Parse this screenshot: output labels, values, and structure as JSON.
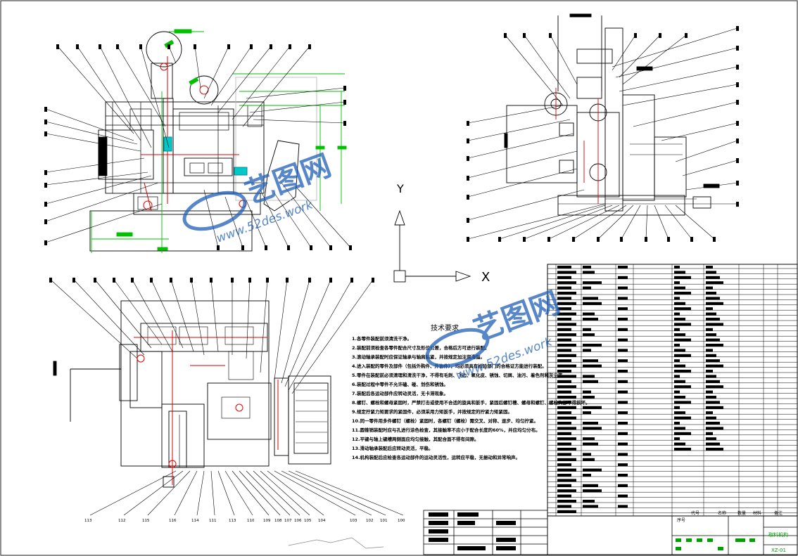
{
  "technical_requirements": {
    "title": "技术要求",
    "items": [
      "1.各零件装配前须清洗干净。",
      "2.装配前须检查各零件配合尺寸及形位公差，合格后方可进行装配。",
      "3.滚动轴承装配时应保证轴承与轴肩贴紧，并按规定加注润滑脂。",
      "4.进入装配的零件及部件（包括外购件、外协件），均必须具有检验部门的合格证方能进行装配。",
      "5.零件在装配前必须清理和清洗干净，不得有毛刺、飞边、氧化皮、锈蚀、切屑、油污、着色剂和灰尘等。",
      "6.装配过程中零件不允许磕、碰、划伤和锈蚀。",
      "7.装配后各运动部件应转动灵活，无卡滞现象。",
      "8.螺钉、螺栓和螺母紧固时，严禁打击或使用不合适的旋具和扳手，紧固后螺钉槽、螺母和螺钉、螺栓头部不得损坏。",
      "9.规定拧紧力矩要求的紧固件，必须采用力矩扳手，并按规定的拧紧力矩紧固。",
      "10.同一零件用多件螺钉（螺栓）紧固时，各螺钉（螺栓）需交叉、对称、逐步、均匀拧紧。",
      "11.圆锥销装配时应与孔进行涂色检查，其接触率不应小于配合长度的60%，并应均匀分布。",
      "12.平键与轴上键槽两侧面应均匀接触，其配合面不得有间隙。",
      "13.滑动轴承装配后应转动灵活，平稳。",
      "14.机构装配后应检查各运动部件的运动灵活性，运转应平稳，无振动和异常响声。"
    ]
  },
  "watermarks": [
    {
      "brand": "艺图网",
      "site": "www.52des.work"
    },
    {
      "brand": "艺图网",
      "site": "www.52des.work"
    }
  ],
  "axis_labels": {
    "x": "X",
    "y": "Y"
  },
  "bottom_labels": [
    "113",
    "112",
    "115",
    "116",
    "114",
    "111",
    "113",
    "110",
    "109",
    "108",
    "107",
    "106",
    "105",
    "104",
    "103",
    "102",
    "101",
    "100"
  ],
  "title_block": {
    "headers": [
      "序号",
      "代号",
      "名称",
      "数量",
      "材料",
      "备注"
    ],
    "drawing_name": "取料机构",
    "drawing_code": "XZ-01"
  },
  "colors": {
    "outline": "#000000",
    "green": "#00c000",
    "red": "#e00000",
    "cyan": "#00c8c8",
    "watermark": "#1f5fb8"
  }
}
